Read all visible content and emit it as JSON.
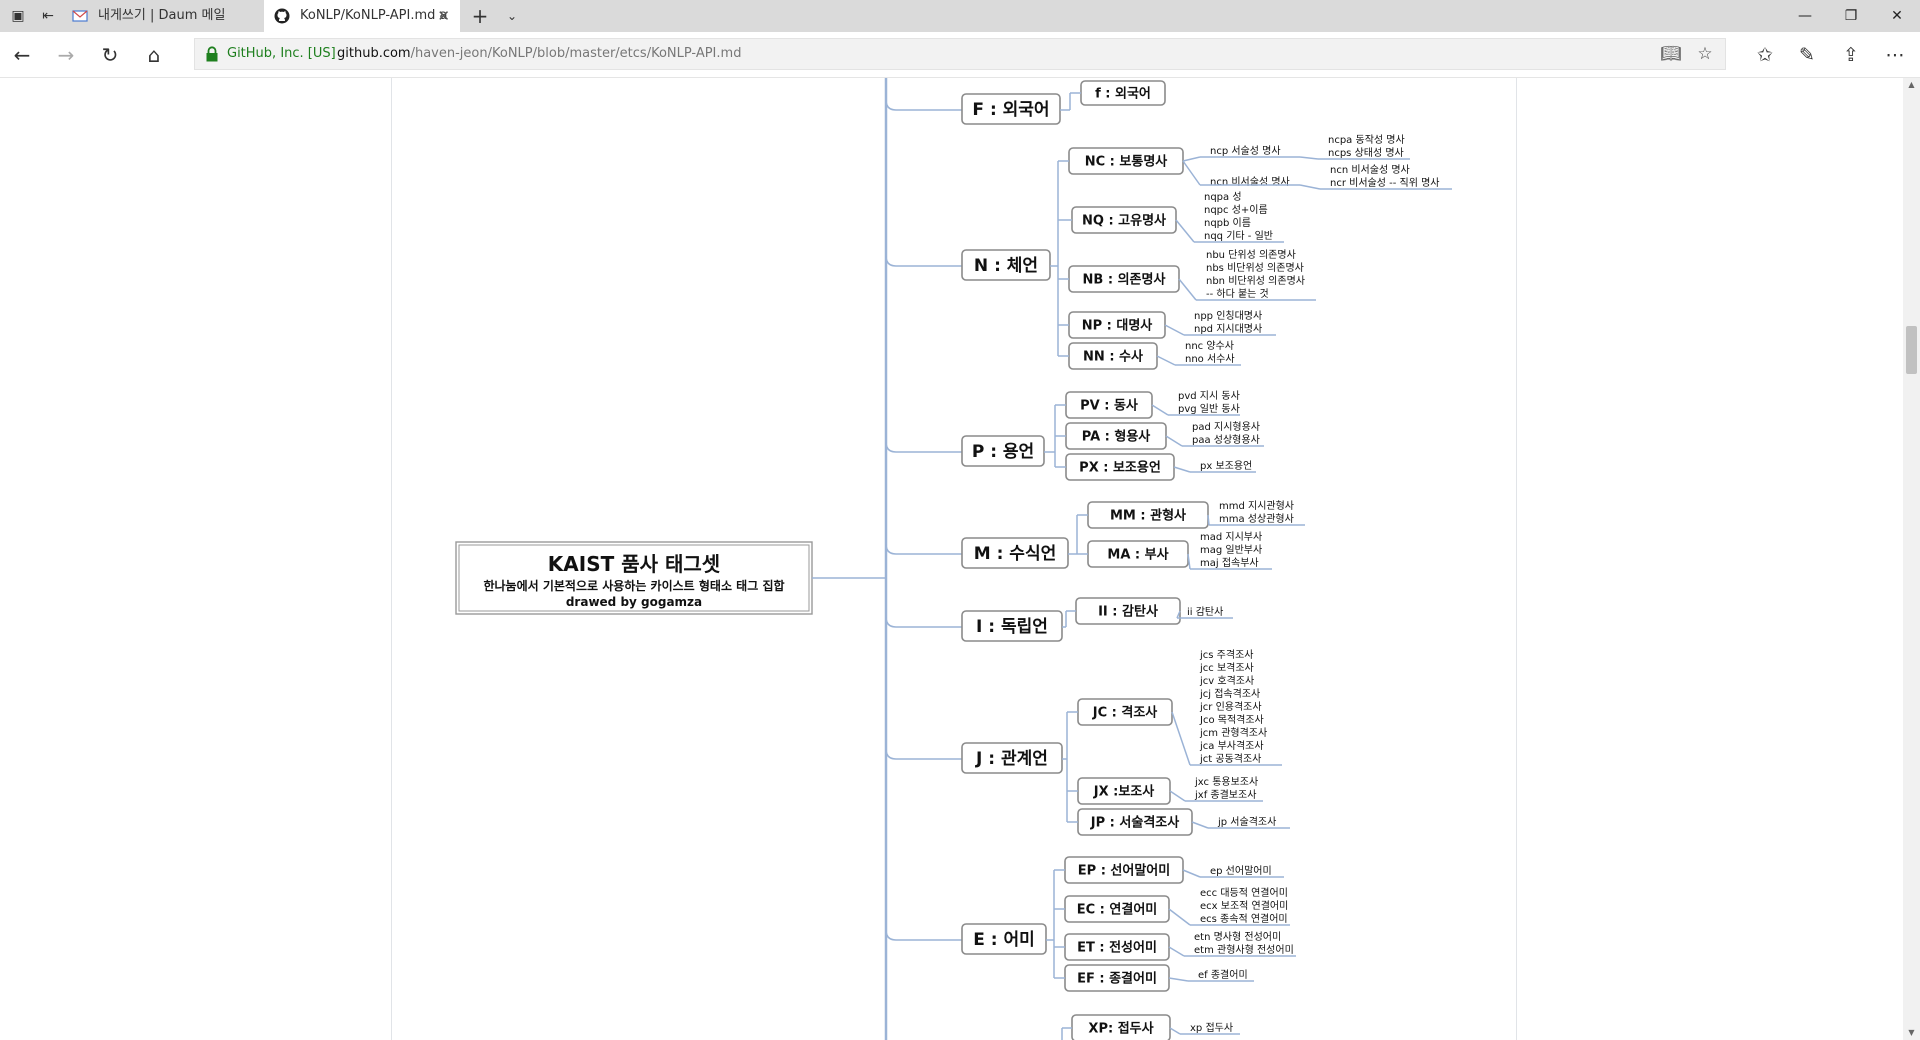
{
  "tabs": [
    {
      "label": "내게쓰기 | Daum 메일",
      "icon": "mail-icon",
      "active": false
    },
    {
      "label": "KoNLP/KoNLP-API.md a",
      "icon": "github-icon",
      "active": true
    }
  ],
  "address": {
    "site_identity": "GitHub, Inc. [US]",
    "url_host": "github.com",
    "url_path": "/haven-jeon/KoNLP/blob/master/etcs/KoNLP-API.md"
  },
  "mindmap": {
    "root": {
      "title": "KAIST 품사 태그셋",
      "subtitle": "한나눔에서 기본적으로 사용하는 카이스트 형태소 태그 집합",
      "credit": "drawed by gogamza"
    },
    "branches": [
      {
        "label": "F : 외국어",
        "children": [
          {
            "label": "f : 외국어",
            "tags": []
          }
        ]
      },
      {
        "label": "N : 체언",
        "children": [
          {
            "label": "NC : 보통명사",
            "tags": [
              "ncp  서술성 명사",
              "ncn 비서술성 명사"
            ],
            "sub": [
              "ncpa 동작성 명사",
              "ncps 상태성 명사",
              "ncn 비서술성 명사",
              "ncr 비서술성 -- 직위 명사"
            ]
          },
          {
            "label": "NQ : 고유명사",
            "tags": [
              "nqpa 성",
              "nqpc 성+이름",
              "nqpb 이름",
              "nqq 기타 - 일반"
            ]
          },
          {
            "label": "NB : 의존명사",
            "tags": [
              "nbu 단위성 의존명사",
              "nbs 비단위성 의존명사",
              "nbn 비단위성 의존명사",
              "-- 하다 붙는 것"
            ]
          },
          {
            "label": "NP : 대명사",
            "tags": [
              "npp 인칭대명사",
              "npd 지시대명사"
            ]
          },
          {
            "label": "NN : 수사",
            "tags": [
              "nnc 양수사",
              "nno 서수사"
            ]
          }
        ]
      },
      {
        "label": "P : 용언",
        "children": [
          {
            "label": "PV : 동사",
            "tags": [
              "pvd 지시 동사",
              "pvg 일반 동사"
            ]
          },
          {
            "label": "PA : 형용사",
            "tags": [
              "pad 지시형용사",
              "paa 성상형용사"
            ]
          },
          {
            "label": "PX : 보조용언",
            "tags": [
              "px 보조용언"
            ]
          }
        ]
      },
      {
        "label": "M : 수식언",
        "children": [
          {
            "label": "MM : 관형사",
            "tags": [
              "mmd 지시관형사",
              "mma 성상관형사"
            ]
          },
          {
            "label": "MA : 부사",
            "tags": [
              "mad 지시부사",
              "mag 일반부사",
              "maj 접속부사"
            ]
          }
        ]
      },
      {
        "label": "I : 독립언",
        "children": [
          {
            "label": "II : 감탄사",
            "tags": [
              "ii 감탄사"
            ]
          }
        ]
      },
      {
        "label": "J : 관계언",
        "children": [
          {
            "label": "JC : 격조사",
            "tags": [
              "jcs 주격조사",
              "jcc 보격조사",
              "jcv 호격조사",
              "jcj 접속격조사",
              "jcr 인용격조사",
              "Jco 목적격조사",
              "jcm 관형격조사",
              "jca 부사격조사",
              "jct 공동격조사"
            ]
          },
          {
            "label": "JX :보조사",
            "tags": [
              "jxc 통용보조사",
              "jxf 종결보조사"
            ]
          },
          {
            "label": "JP : 서술격조사",
            "tags": [
              "jp 서술격조사"
            ]
          }
        ]
      },
      {
        "label": "E : 어미",
        "children": [
          {
            "label": "EP : 선어말어미",
            "tags": [
              "ep 선어말어미"
            ]
          },
          {
            "label": "EC : 연결어미",
            "tags": [
              "ecc 대등적 연결어미",
              "ecx 보조적 연결어미",
              "ecs 종속적 연결어미"
            ]
          },
          {
            "label": "ET : 전성어미",
            "tags": [
              "etn 명사형 전성어미",
              "etm 관형사형 전성어미"
            ]
          },
          {
            "label": "EF : 종결어미",
            "tags": [
              "ef 종결어미"
            ]
          }
        ]
      },
      {
        "label": "",
        "children": [
          {
            "label": "XP: 접두사",
            "tags": [
              "xp 접두사"
            ]
          }
        ]
      }
    ]
  },
  "colors": {
    "connector": "#9bb3d6",
    "tab_bar": "#dadada",
    "site_identity": "#1e7f1e"
  }
}
